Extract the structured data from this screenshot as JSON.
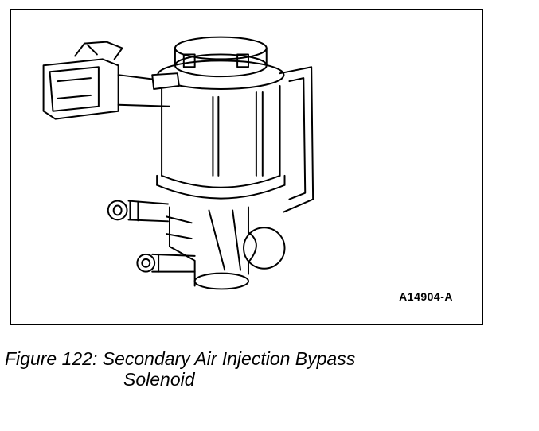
{
  "figure": {
    "part_number": "A14904-A",
    "illustration_icon": "solenoid-valve-drawing"
  },
  "caption": {
    "label": "Figure 122:",
    "title_line1": "Secondary Air Injection Bypass",
    "title_line2": "Solenoid"
  }
}
